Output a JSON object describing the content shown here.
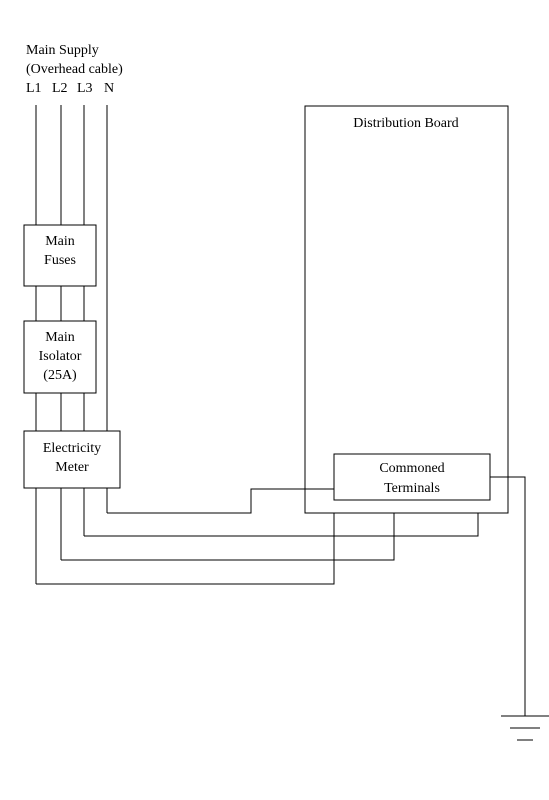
{
  "supply": {
    "title_line1": "Main Supply",
    "title_line2": "(Overhead cable)",
    "conductors": [
      "L1",
      "L2",
      "L3",
      "N"
    ]
  },
  "main_fuses": {
    "line1": "Main",
    "line2": "Fuses"
  },
  "main_isolator": {
    "line1": "Main",
    "line2": "Isolator",
    "line3": "(25A)"
  },
  "electricity_meter": {
    "line1": "Electricity",
    "line2": "Meter"
  },
  "distribution_board": {
    "label": "Distribution Board"
  },
  "commoned_terminals": {
    "line1": "Commoned",
    "line2": "Terminals"
  },
  "colors": {
    "line": "#000000",
    "background": "#ffffff"
  }
}
